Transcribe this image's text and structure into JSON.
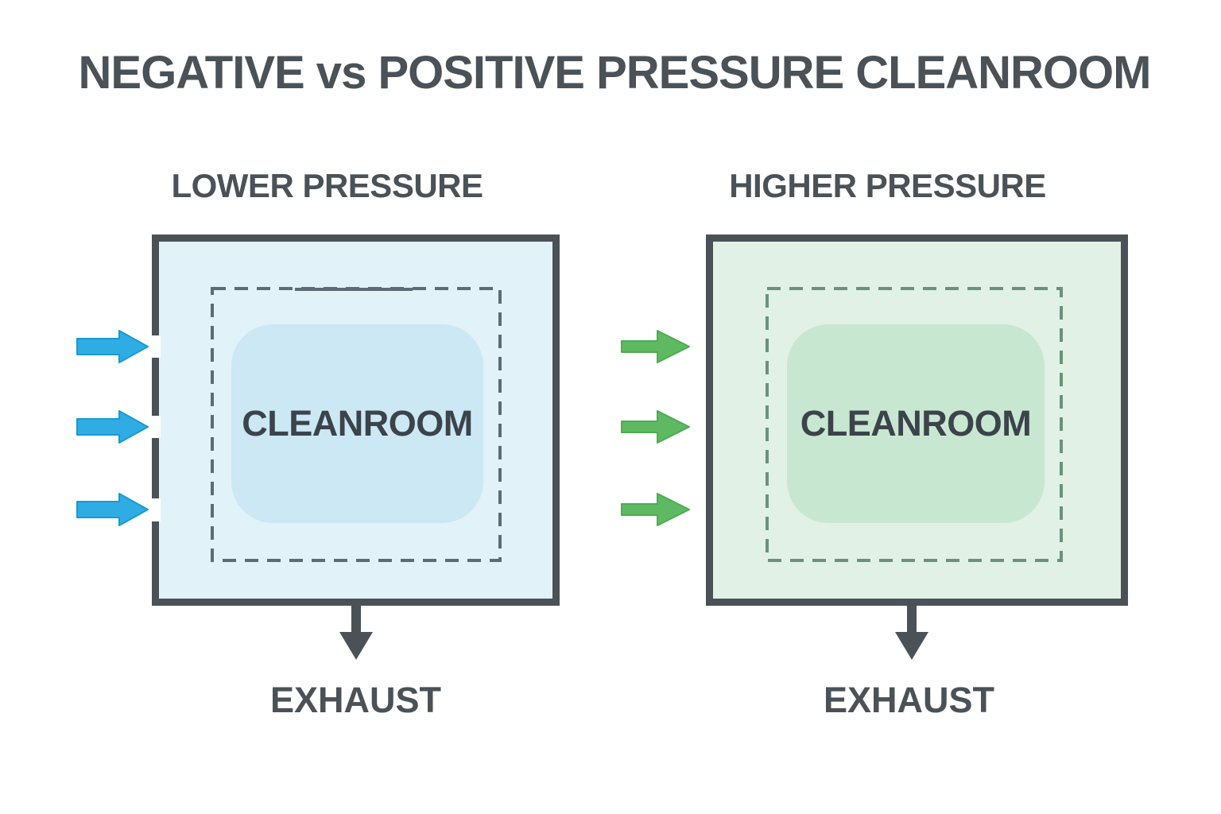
{
  "title": "NEGATIVE vs POSITIVE PRESSURE CLEANROOM",
  "colors": {
    "text_dark": "#4A5157",
    "box_border": "#4A5157",
    "negative_room_fill": "#E2F2F9",
    "negative_core_fill": "#CBE8F4",
    "negative_dashed_line": "#5C6B75",
    "inflow_arrow_blue": "#2FACE4",
    "positive_room_fill": "#E1F1E6",
    "positive_core_fill": "#C8E7D1",
    "positive_dashed_line": "#6B9279",
    "inflow_arrow_green": "#5FB963",
    "exhaust_arrow": "#4A5157"
  },
  "panels": [
    {
      "type": "negative-pressure",
      "header": "LOWER PRESSURE",
      "room_label": "CLEANROOM",
      "exhaust_label": "EXHAUST",
      "inflow_arrow_count": 3,
      "inflow_arrows_pass_through_wall_openings": true
    },
    {
      "type": "positive-pressure",
      "header": "HIGHER PRESSURE",
      "room_label": "CLEANROOM",
      "exhaust_label": "EXHAUST",
      "inflow_arrow_count": 3,
      "inflow_arrows_pass_through_wall_openings": false
    }
  ]
}
